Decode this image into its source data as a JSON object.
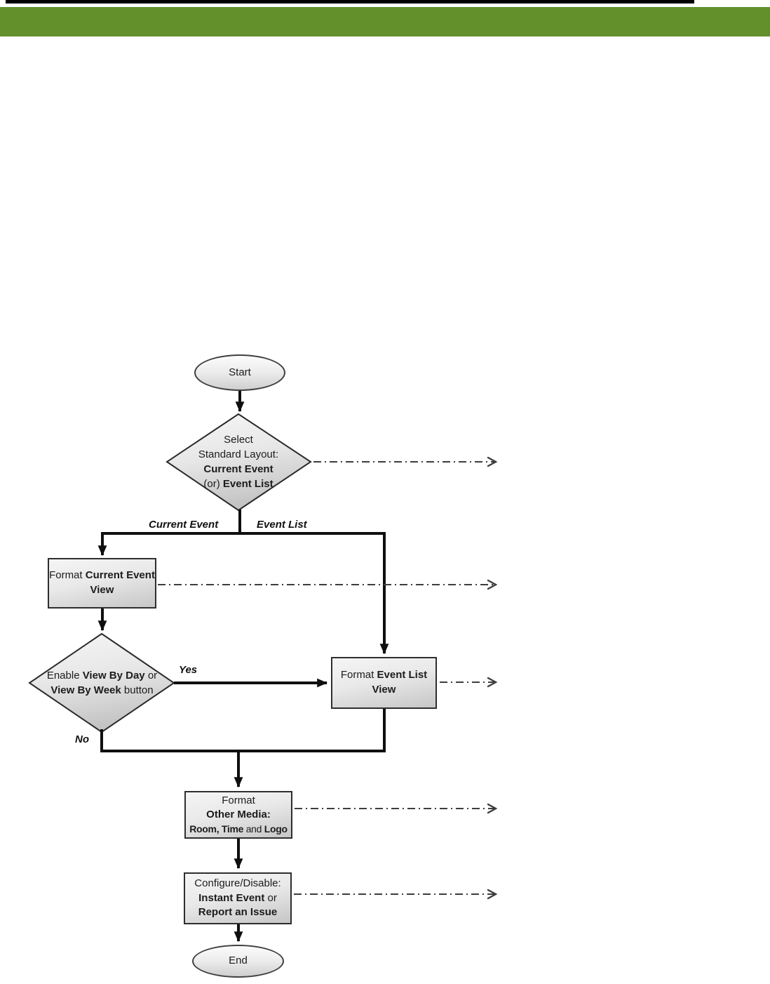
{
  "colors": {
    "header_green": "#63902B",
    "top_bar_black": "#000000",
    "connector_black": "#0f0f0f",
    "dashed_gray": "#3d3d3d",
    "shape_fill_light": "#f5f5f5",
    "shape_fill_dark": "#c6c6c6"
  },
  "flow": {
    "start": "Start",
    "end": "End",
    "d1": {
      "l1": "Select",
      "l2": "Standard Layout:",
      "l3": "Current Event",
      "l4n": "(or) ",
      "l4b": "Event List"
    },
    "labels": {
      "current_event": "Current Event",
      "event_list": "Event List",
      "yes": "Yes",
      "no": "No"
    },
    "boxA": {
      "n": "Format ",
      "b": "Current Event View"
    },
    "d2": {
      "n1": "Enable ",
      "b1": "View By Day",
      "n2": " or ",
      "b2": "View By Week",
      "n3": " button"
    },
    "boxB": {
      "n": "Format ",
      "b": "Event List View"
    },
    "boxC": {
      "l1": "Format",
      "l2": "Other Media:",
      "l3b1": "Room, Time",
      "l3n": " and ",
      "l3b2": "Logo"
    },
    "boxD": {
      "l1": "Configure/Disable:",
      "l2b": "Instant Event",
      "l2n": " or",
      "l3": "Report an Issue"
    }
  }
}
